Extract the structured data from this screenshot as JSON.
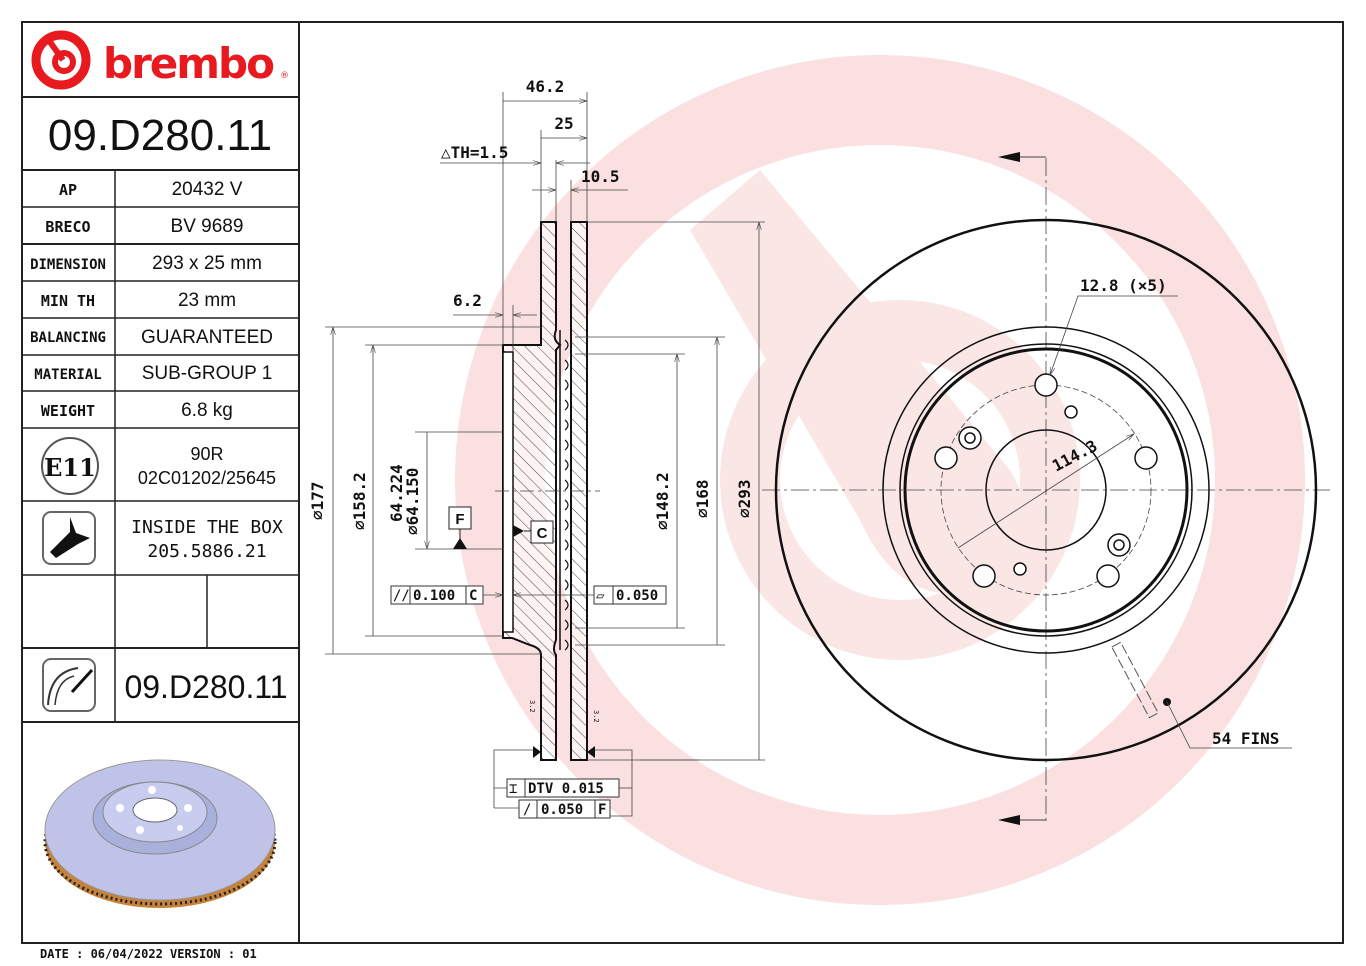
{
  "brand": {
    "name": "brembo",
    "color": "#e8191f",
    "watermark_color": "#f8d8d8"
  },
  "part_number": "09.D280.11",
  "specs": [
    {
      "label": "AP",
      "value": "20432 V"
    },
    {
      "label": "BRECO",
      "value": "BV 9689"
    },
    {
      "label": "DIMENSION",
      "value": "293 x 25 mm"
    },
    {
      "label": "MIN TH",
      "value": "23 mm"
    },
    {
      "label": "BALANCING",
      "value": "GUARANTEED"
    },
    {
      "label": "MATERIAL",
      "value": "SUB-GROUP 1"
    },
    {
      "label": "WEIGHT",
      "value": "6.8 kg"
    }
  ],
  "homologation": {
    "mark": "E11",
    "line1": "90R",
    "line2": "02C01202/25645"
  },
  "screw": {
    "icon": "screw-icon",
    "line1": "INSIDE THE BOX",
    "line2": "205.5886.21"
  },
  "disc_row": {
    "icon": "disc-icon",
    "part_number": "09.D280.11"
  },
  "footer": {
    "text": "DATE : 06/04/2022 VERSION : 01"
  },
  "dimensions": {
    "overall_height": "46.2",
    "thickness": "25",
    "delta_th": "△TH=1.5",
    "cheek": "10.5",
    "hat_thickness": "6.2",
    "d177": "⌀177",
    "d158": "⌀158.2",
    "d64_224": "64.224",
    "d64_150": "⌀64.150",
    "d148": "⌀148.2",
    "d168": "⌀168",
    "d293": "⌀293",
    "datum_f": "F",
    "datum_c": "C",
    "parallelism": {
      "symbol": "//",
      "value": "0.100",
      "datum": "C"
    },
    "flatness": {
      "symbol": "▱",
      "value": "0.050"
    },
    "dtv": {
      "symbol": "⌶",
      "value": "DTV 0.015"
    },
    "runout": {
      "symbol": "/",
      "value": "0.050",
      "datum": "F"
    },
    "roughness": "3.2",
    "holes": "12.8 (×5)",
    "pcd": "114.3",
    "fins": "54 FINS"
  }
}
